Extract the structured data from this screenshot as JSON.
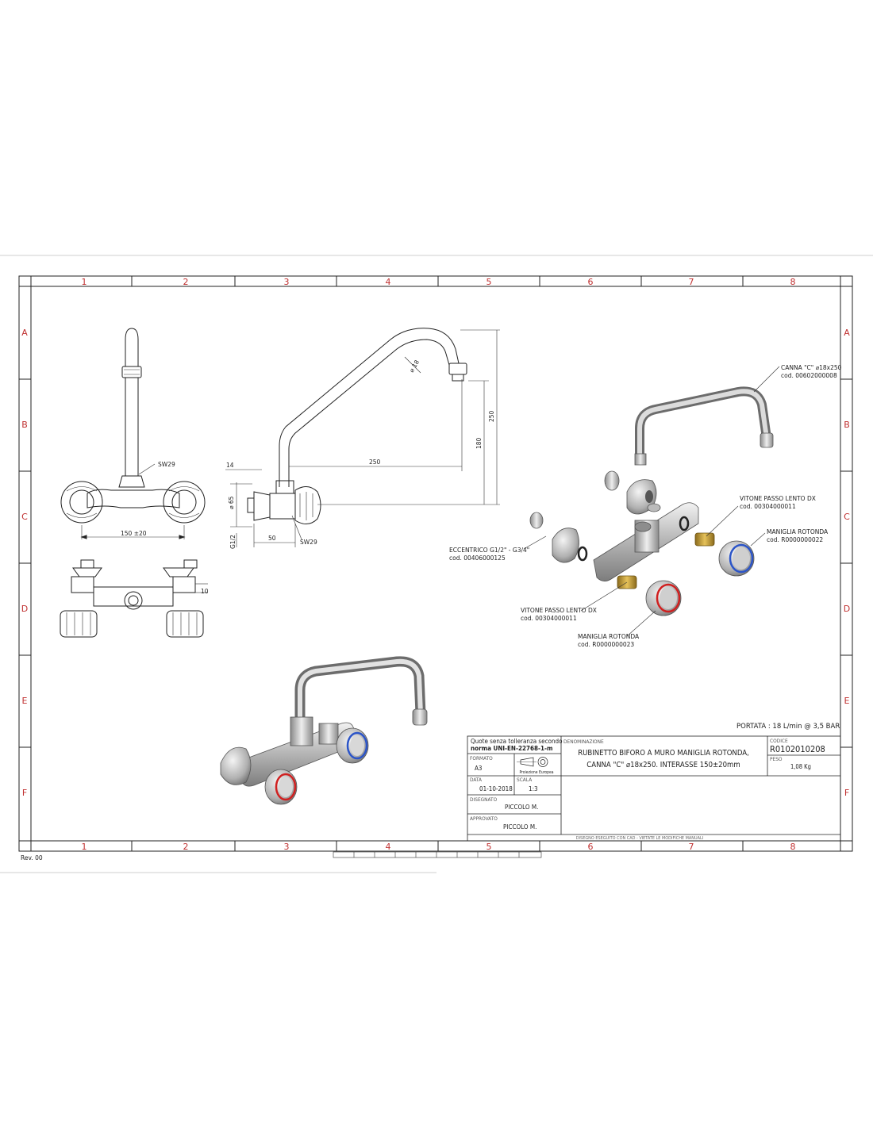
{
  "border": {
    "columns": [
      "1",
      "2",
      "3",
      "4",
      "5",
      "6",
      "7",
      "8"
    ],
    "rows": [
      "A",
      "B",
      "C",
      "D",
      "E",
      "F"
    ],
    "revision": "Rev. 00"
  },
  "dimensions": {
    "sw29_top": "SW29",
    "sw29_side": "SW29",
    "interaxis": "150 ±20",
    "d14": "14",
    "d65": "⌀ 65",
    "d50": "50",
    "g12": "G1/2",
    "d250_horiz": "250",
    "d250_vert": "250",
    "d180": "180",
    "d18": "⌀ 18",
    "d10": "10"
  },
  "callouts": {
    "canna_title": "CANNA \"C\" ⌀18x250",
    "canna_code": "cod. 00602000008",
    "vitone_dx_top_title": "VITONE PASSO LENTO DX",
    "vitone_dx_top_code": "cod. 00304000011",
    "maniglia_top_title": "MANIGLIA ROTONDA",
    "maniglia_top_code": "cod. R0000000022",
    "eccentrico_title": "ECCENTRICO G1/2\" - G3/4\"",
    "eccentrico_code": "cod. 00406000125",
    "vitone_dx_bottom_title": "VITONE PASSO LENTO DX",
    "vitone_dx_bottom_code": "cod. 00304000011",
    "maniglia_bottom_title": "MANIGLIA ROTONDA",
    "maniglia_bottom_code": "cod. R0000000023"
  },
  "portata": "PORTATA : 18 L/min @ 3,5 BAR",
  "title_block": {
    "tolerance_label": "Quote senza tolleranza secondo",
    "tolerance_norm": "norma  UNI-EN-22768-1-m",
    "denominazione_label": "DENOMINAZIONE",
    "denominazione_line1": "RUBINETTO BIFORO A MURO MANIGLIA ROTONDA,",
    "denominazione_line2": "CANNA \"C\" ⌀18x250. INTERASSE 150±20mm",
    "codice_label": "CODICE",
    "codice": "R0102010208",
    "peso_label": "PESO",
    "peso": "1,08 Kg",
    "formato_label": "FORMATO",
    "formato": "A3",
    "projection": "Proiezione Europea",
    "data_label": "DATA",
    "data": "01-10-2018",
    "scala_label": "SCALA",
    "scala": "1:3",
    "disegnato_label": "DISEGNATO",
    "disegnato": "PICCOLO M.",
    "approvato_label": "APPROVATO",
    "approvato": "PICCOLO M.",
    "footer": "DISEGNO ESEGUITO CON CAD - VIETATE LE MODIFICHE MANUALI"
  }
}
